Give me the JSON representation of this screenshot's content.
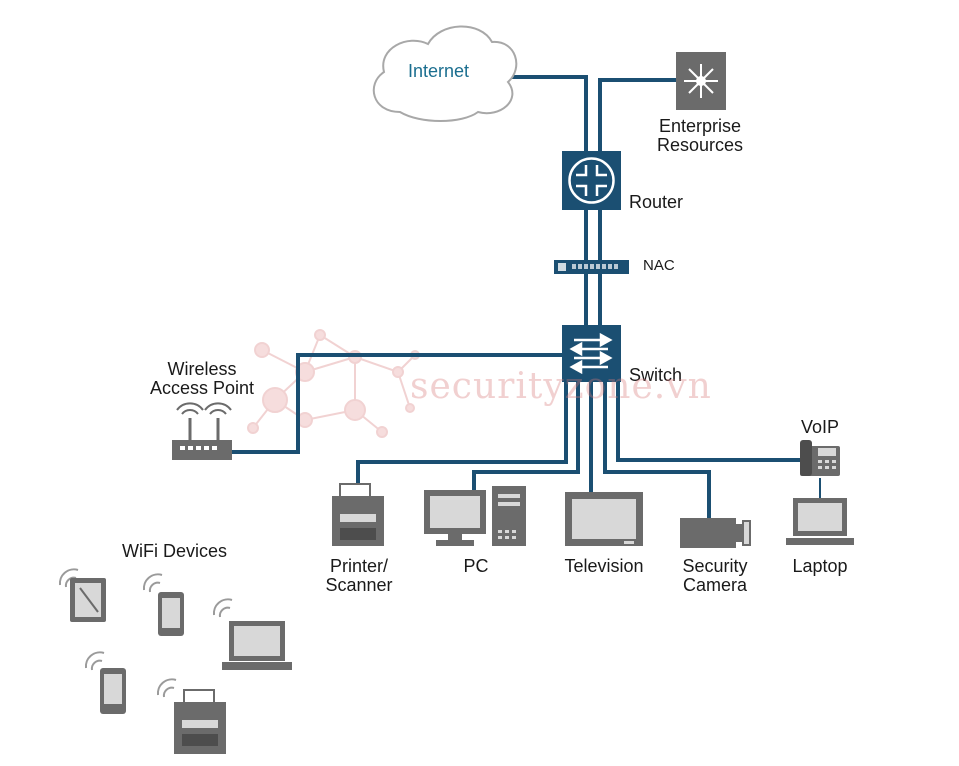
{
  "nodes": {
    "internet": "Internet",
    "enterprise": [
      "Enterprise",
      "Resources"
    ],
    "router": "Router",
    "nac": "NAC",
    "switch": "Switch",
    "wap": [
      "Wireless",
      "Access Point"
    ],
    "voip": "VoIP",
    "printer": [
      "Printer/",
      "Scanner"
    ],
    "pc": "PC",
    "television": "Television",
    "camera": [
      "Security",
      "Camera"
    ],
    "laptop": "Laptop",
    "wifi_devices": "WiFi Devices"
  },
  "watermark": "securityzone.vn",
  "colors": {
    "line": "#1b4f72",
    "device_blue": "#1b4f72",
    "device_gray": "#6b6b6b",
    "cloud_text": "#1b6e8f"
  }
}
